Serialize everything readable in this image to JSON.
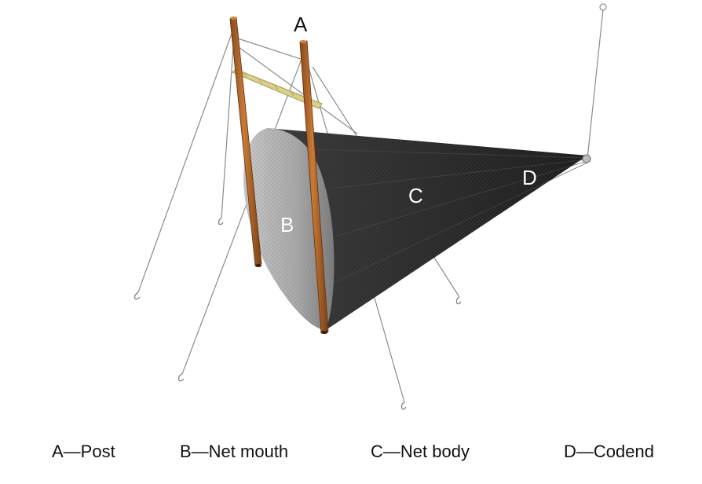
{
  "diagram": {
    "callouts": {
      "a": "A",
      "b": "B",
      "c": "C",
      "d": "D"
    },
    "legend": [
      "A—Post",
      "B—Net mouth",
      "C—Net body",
      "D—Codend"
    ],
    "colors": {
      "post": "#b86a2c",
      "net": "#2b2b2b",
      "mouth": "#9a9a9a",
      "guy_line": "#8c8c8c",
      "crossbar": "#d9d08a"
    }
  }
}
